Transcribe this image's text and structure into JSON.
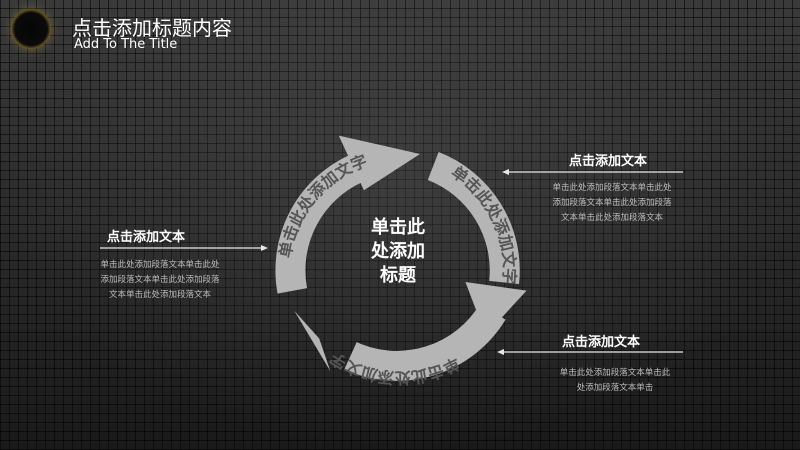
{
  "header": {
    "title": "点击添加标题内容",
    "subtitle": "Add To The Title"
  },
  "diagram": {
    "center_title_lines": [
      "单击此",
      "处添加",
      "标题"
    ],
    "arc_labels": [
      "单击此处添加文字",
      "单击此处添加文字",
      "单击此处添加文字"
    ],
    "arrow_color": "#b5b5b5",
    "arc_text_color": "#555555"
  },
  "text_blocks": [
    {
      "heading": "点击添加文本",
      "lines": [
        "单击此处添加段落文本单击此处",
        "添加段落文本单击此处添加段落",
        "文本单击此处添加段落文本"
      ]
    },
    {
      "heading": "点击添加文本",
      "lines": [
        "单击此处添加段落文本单击此处",
        "添加段落文本单击此处添加段落",
        "文本单击此处添加段落文本"
      ]
    },
    {
      "heading": "点击添加文本",
      "lines": [
        "单击此处添加段落文本单击此",
        "处添加段落文本单击"
      ]
    }
  ]
}
